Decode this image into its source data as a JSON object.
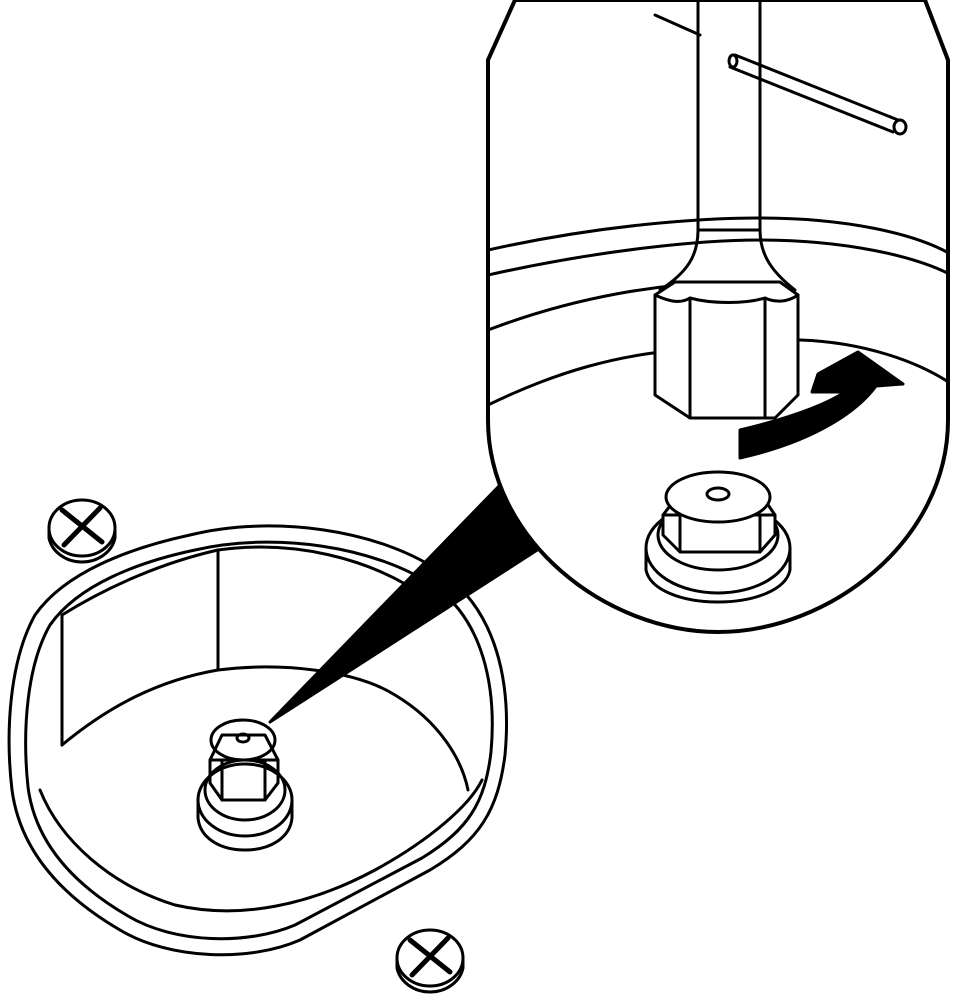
{
  "colors": {
    "background": "#ffffff",
    "stroke": "#000000",
    "fill": "#000000"
  },
  "figure": {
    "parts": [
      "housing-tray",
      "center-nut",
      "screw-head-top-left",
      "screw-head-bottom",
      "detail-callout",
      "socket-wrench",
      "rotation-arrow"
    ]
  }
}
